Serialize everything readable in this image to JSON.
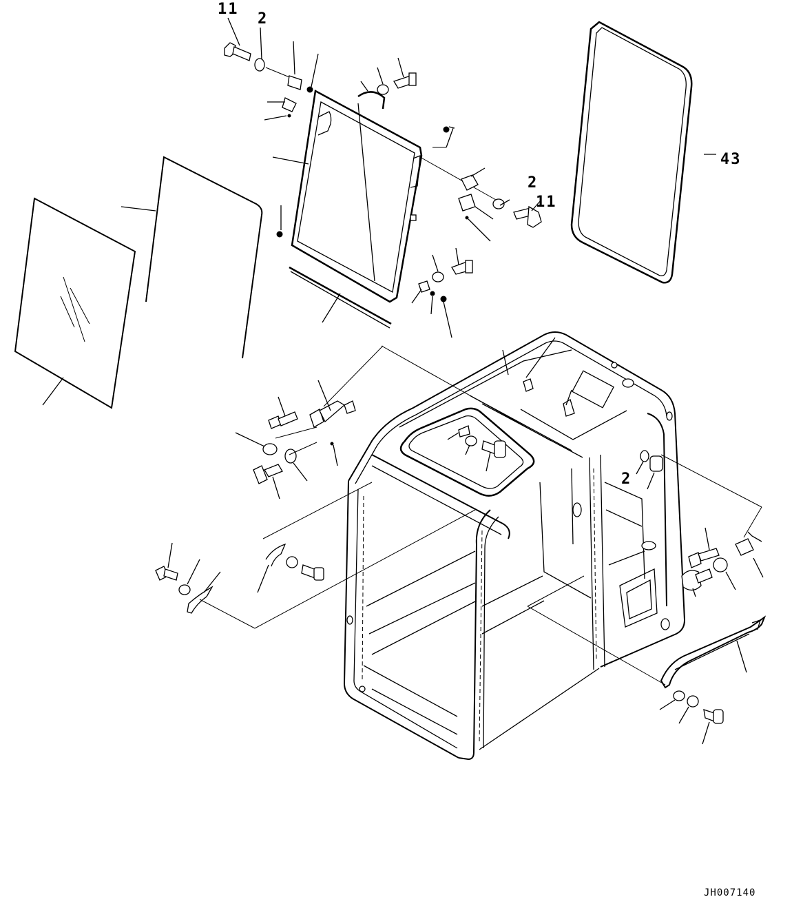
{
  "callouts": {
    "c11_top": "11",
    "c2_top": "2",
    "c2_right": "2",
    "c11_right": "11",
    "c43": "43",
    "c2_mid": "2"
  },
  "doc_id": "JH007140"
}
